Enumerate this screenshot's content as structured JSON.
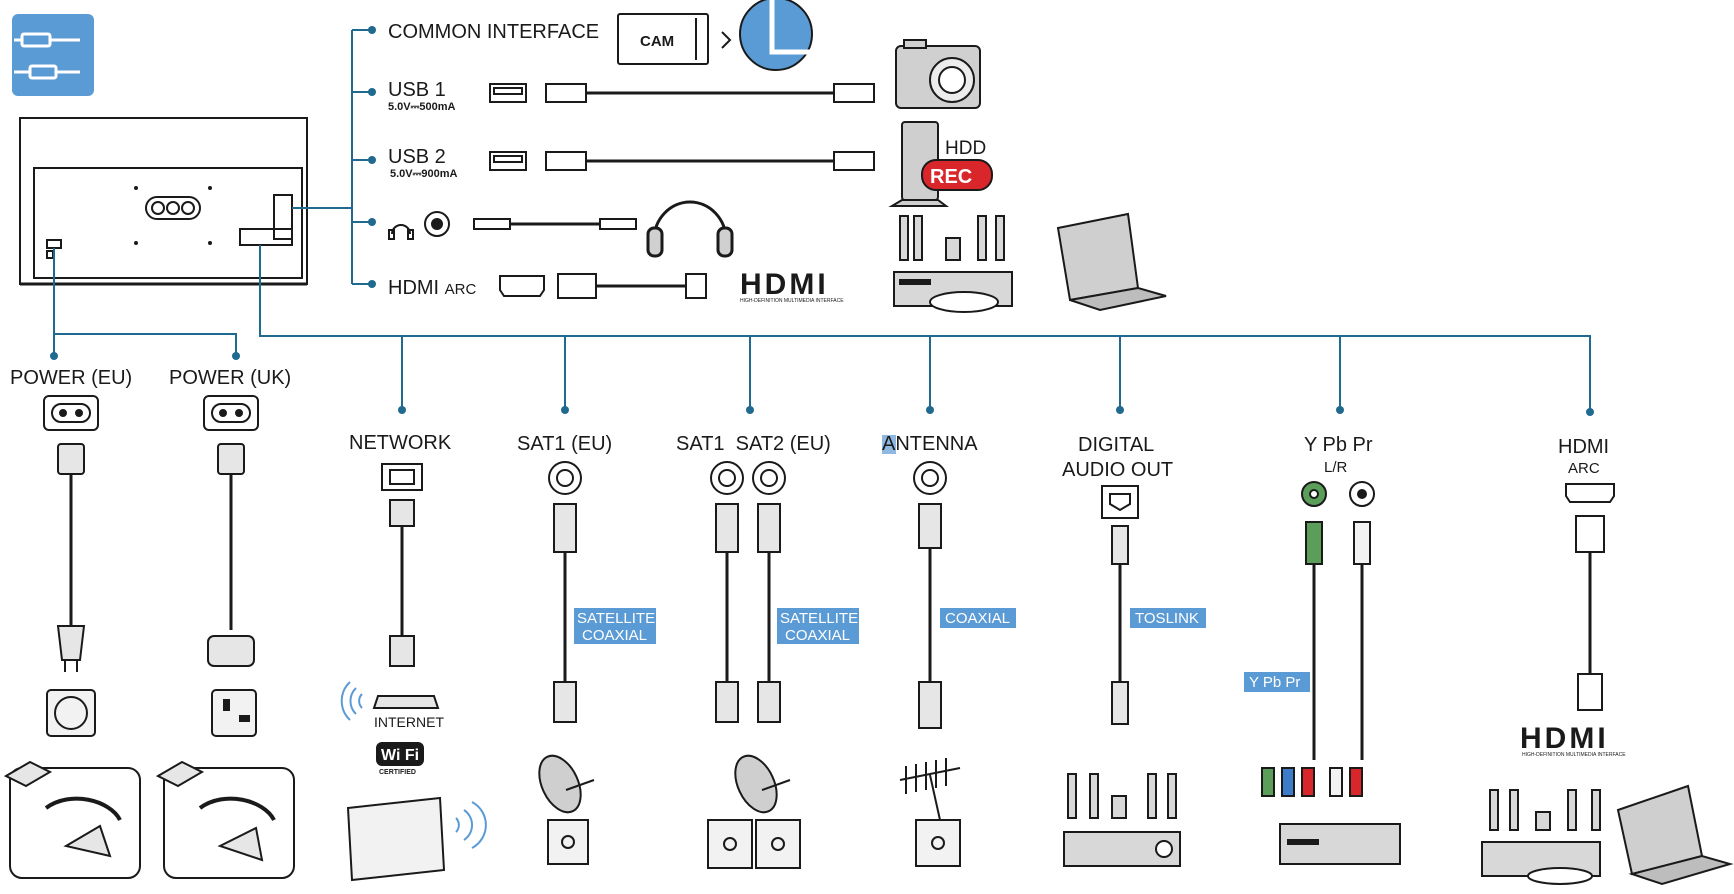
{
  "colors": {
    "accent": "#1f6a8e",
    "tag_bg": "#5b9bd5",
    "icon_tile": "#5b9bd5",
    "outline": "#1a1a1a",
    "rec": "#d9262b"
  },
  "top_ports": {
    "common_interface": "COMMON INTERFACE",
    "cam": "CAM",
    "usb1": "USB 1",
    "usb1_spec": "5.0V⎓500mA",
    "usb2": "USB 2",
    "usb2_spec": "5.0V⎓900mA",
    "hdmi": "HDMI",
    "arc": "ARC",
    "hdd": "HDD",
    "rec": "REC",
    "hdmi_logo": "HDMI",
    "hdmi_logo_sub": "HIGH-DEFINITION MULTIMEDIA INTERFACE"
  },
  "bottom_ports": {
    "power_eu": "POWER (EU)",
    "power_uk": "POWER (UK)",
    "network": "NETWORK",
    "internet": "INTERNET",
    "wifi": "Wi Fi",
    "wifi_certified": "CERTIFIED",
    "sat1_eu": "SAT1 (EU)",
    "sat1_sat2": "SAT1  SAT2 (EU)",
    "antenna": "ANTENNA",
    "digital_audio_1": "DIGITAL",
    "digital_audio_2": "AUDIO OUT",
    "ypbpr": "Y Pb Pr",
    "lr": "L/R",
    "hdmi": "HDMI",
    "arc": "ARC",
    "hdmi_logo": "HDMI",
    "hdmi_logo_sub": "HIGH-DEFINITION MULTIMEDIA INTERFACE"
  },
  "cable_tags": {
    "satellite": "SATELLITE",
    "coaxial": "COAXIAL",
    "coaxial_antenna": "COAXIAL",
    "toslink": "TOSLINK",
    "ypbpr_tag": "Y Pb Pr"
  }
}
